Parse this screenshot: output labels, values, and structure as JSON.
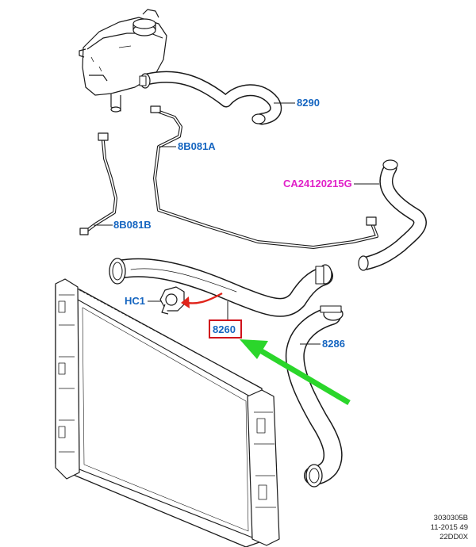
{
  "colors": {
    "part_label": "#1565c0",
    "special_label": "#e020c8",
    "highlight_box": "#d0121b",
    "green_arrow": "#2bd62b",
    "red_arrow": "#e0241b",
    "line": "#1a1a1a"
  },
  "labels": {
    "hose_upper_right": "8290",
    "harness_middle": "8B081A",
    "special_hose": "CA24120215G",
    "harness_left": "8B081B",
    "clip": "HC1",
    "target_hose": "8260",
    "lower_hose": "8286"
  },
  "reference": {
    "line1": "3030305B",
    "line2": "11-2015 49",
    "line3": "22DD0X"
  }
}
